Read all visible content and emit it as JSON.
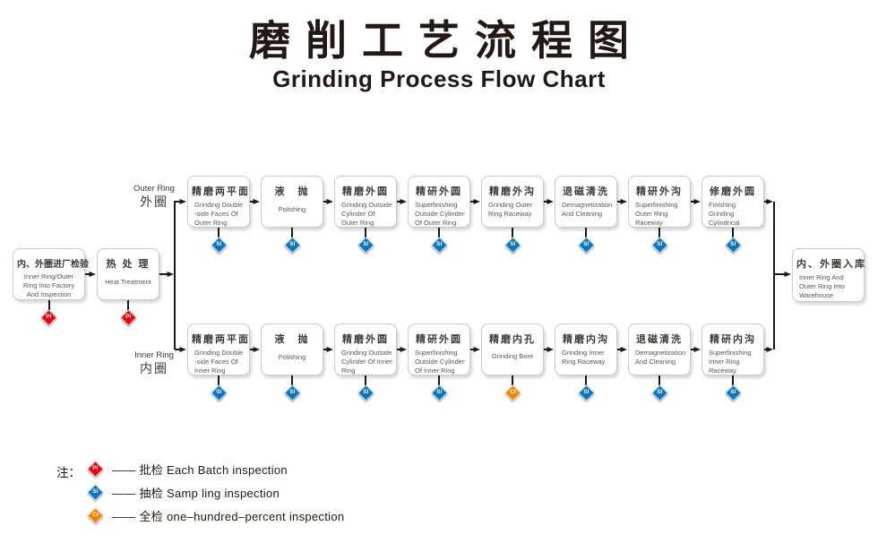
{
  "title": {
    "zh": "磨削工艺流程图",
    "en": "Grinding Process Flow Chart"
  },
  "colors": {
    "pi-red": "#e60012",
    "si-blue": "#0b74bf",
    "ci-orange": "#f08300",
    "line-black": "#1a1a1a",
    "box-border": "#c9caca",
    "zh-text": "#3e3a39",
    "en-text": "#595757"
  },
  "start_box": {
    "zh": "内、外圈进厂检验",
    "en": "Inner Ring/Outer Ring Into Factory And Inspection",
    "marker": "PI"
  },
  "heat_box": {
    "zh": "热 处 理",
    "en": "Heat Treatment",
    "marker": "PI"
  },
  "end_box": {
    "zh": "内、外圈入库",
    "en": "Inner Ring And Outer Ring Into Warehouse"
  },
  "outer_row": {
    "label_en": "Outer Ring",
    "label_zh": "外圈",
    "boxes": [
      {
        "zh": "精磨两平面",
        "en": "Grinding Double -side Faces Of Outer Ring",
        "marker": "SI"
      },
      {
        "zh": "液　抛",
        "en": "Polishing",
        "marker": "SI"
      },
      {
        "zh": "精磨外圆",
        "en": "Grinding Outside Cylinder Of Outer Ring",
        "marker": "SI"
      },
      {
        "zh": "精研外圆",
        "en": "Superfinishing Outside Cylinder Of Outer Ring",
        "marker": "SI"
      },
      {
        "zh": "精磨外沟",
        "en": "Grinding Outer Ring Raceway",
        "marker": "SI"
      },
      {
        "zh": "退磁清洗",
        "en": "Demagnetization And Cleaning",
        "marker": "SI"
      },
      {
        "zh": "精研外沟",
        "en": "Superfinishing Outer Ring Raceway",
        "marker": "SI"
      },
      {
        "zh": "修磨外圆",
        "en": "Finishing Grinding Cylindrical",
        "marker": "SI"
      }
    ]
  },
  "inner_row": {
    "label_en": "Inner Ring",
    "label_zh": "内圈",
    "boxes": [
      {
        "zh": "精磨两平面",
        "en": "Grinding Double -side Faces Of Inner Ring",
        "marker": "SI"
      },
      {
        "zh": "液　抛",
        "en": "Polishing",
        "marker": "SI"
      },
      {
        "zh": "精磨外圆",
        "en": "Grinding Outside Cylinder Of Inner Ring",
        "marker": "SI"
      },
      {
        "zh": "精研外圆",
        "en": "Superfinishing Outside Cylinder Of Inner Ring",
        "marker": "SI"
      },
      {
        "zh": "精磨内孔",
        "en": "Grinding Bore",
        "marker": "CI"
      },
      {
        "zh": "精磨内沟",
        "en": "Grinding Inner Ring Raceway",
        "marker": "SI"
      },
      {
        "zh": "退磁清洗",
        "en": "Demagnetization And Cleaning",
        "marker": "SI"
      },
      {
        "zh": "精研内沟",
        "en": "Superfinishing Inner Ring Raceway",
        "marker": "SI"
      }
    ]
  },
  "legend": {
    "note": "注：",
    "items": [
      {
        "marker": "PI",
        "text": "—— 批检 Each Batch inspection"
      },
      {
        "marker": "SI",
        "text": "—— 抽检 Samp ling inspection"
      },
      {
        "marker": "CI",
        "text": "—— 全检 one–hundred–percent inspection"
      }
    ]
  }
}
